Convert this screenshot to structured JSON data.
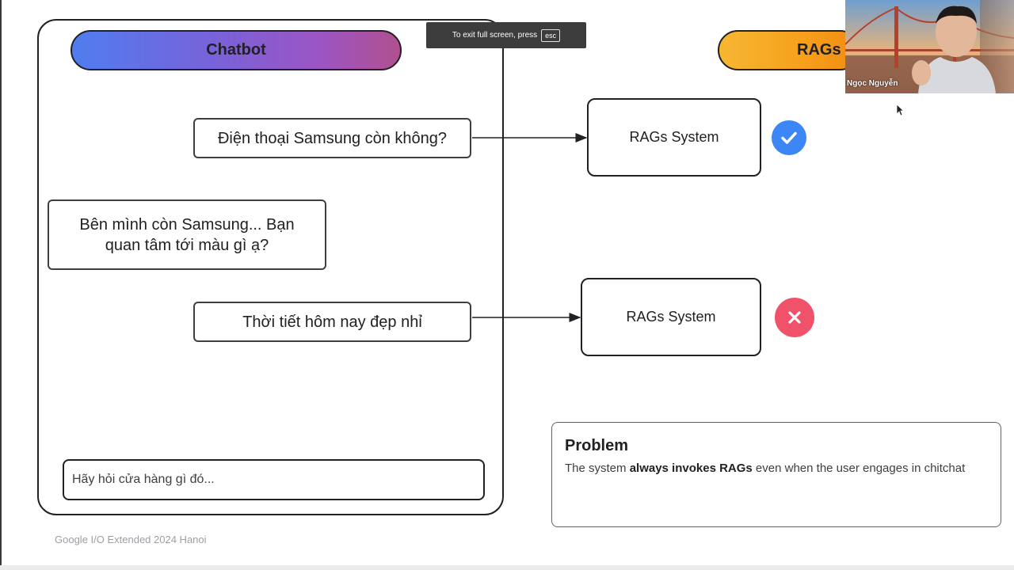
{
  "chatbot": {
    "title": "Chatbot",
    "messages": [
      {
        "role": "user",
        "text": "Điện thoại Samsung còn không?"
      },
      {
        "role": "bot",
        "text": "Bên mình còn Samsung... Bạn quan tâm tới màu gì ạ?"
      },
      {
        "role": "user",
        "text": "Thời tiết hôm nay đẹp nhỉ"
      }
    ],
    "input_placeholder": "Hãy hỏi cửa hàng gì đó..."
  },
  "rags": {
    "title": "RAGs I",
    "systems": [
      {
        "label": "RAGs System",
        "status": "check-icon"
      },
      {
        "label": "RAGs System",
        "status": "cross-icon"
      }
    ]
  },
  "problem": {
    "title": "Problem",
    "text_before": "The system ",
    "text_bold": "always invokes RAGs",
    "text_after": " even when the user engages in chitchat"
  },
  "footer": {
    "text": "Google I/O Extended 2024 Hanoi"
  },
  "fullscreen_toast": {
    "text": "To exit full screen, press",
    "key": "esc"
  },
  "video": {
    "participant_name": "Ngọc Nguyễn"
  },
  "colors": {
    "chatbot_gradient_start": "#4f7df0",
    "chatbot_gradient_end": "#b0508f",
    "rags_pill": "#f6a01b",
    "ok": "#3d86f5",
    "error": "#f0526a"
  }
}
